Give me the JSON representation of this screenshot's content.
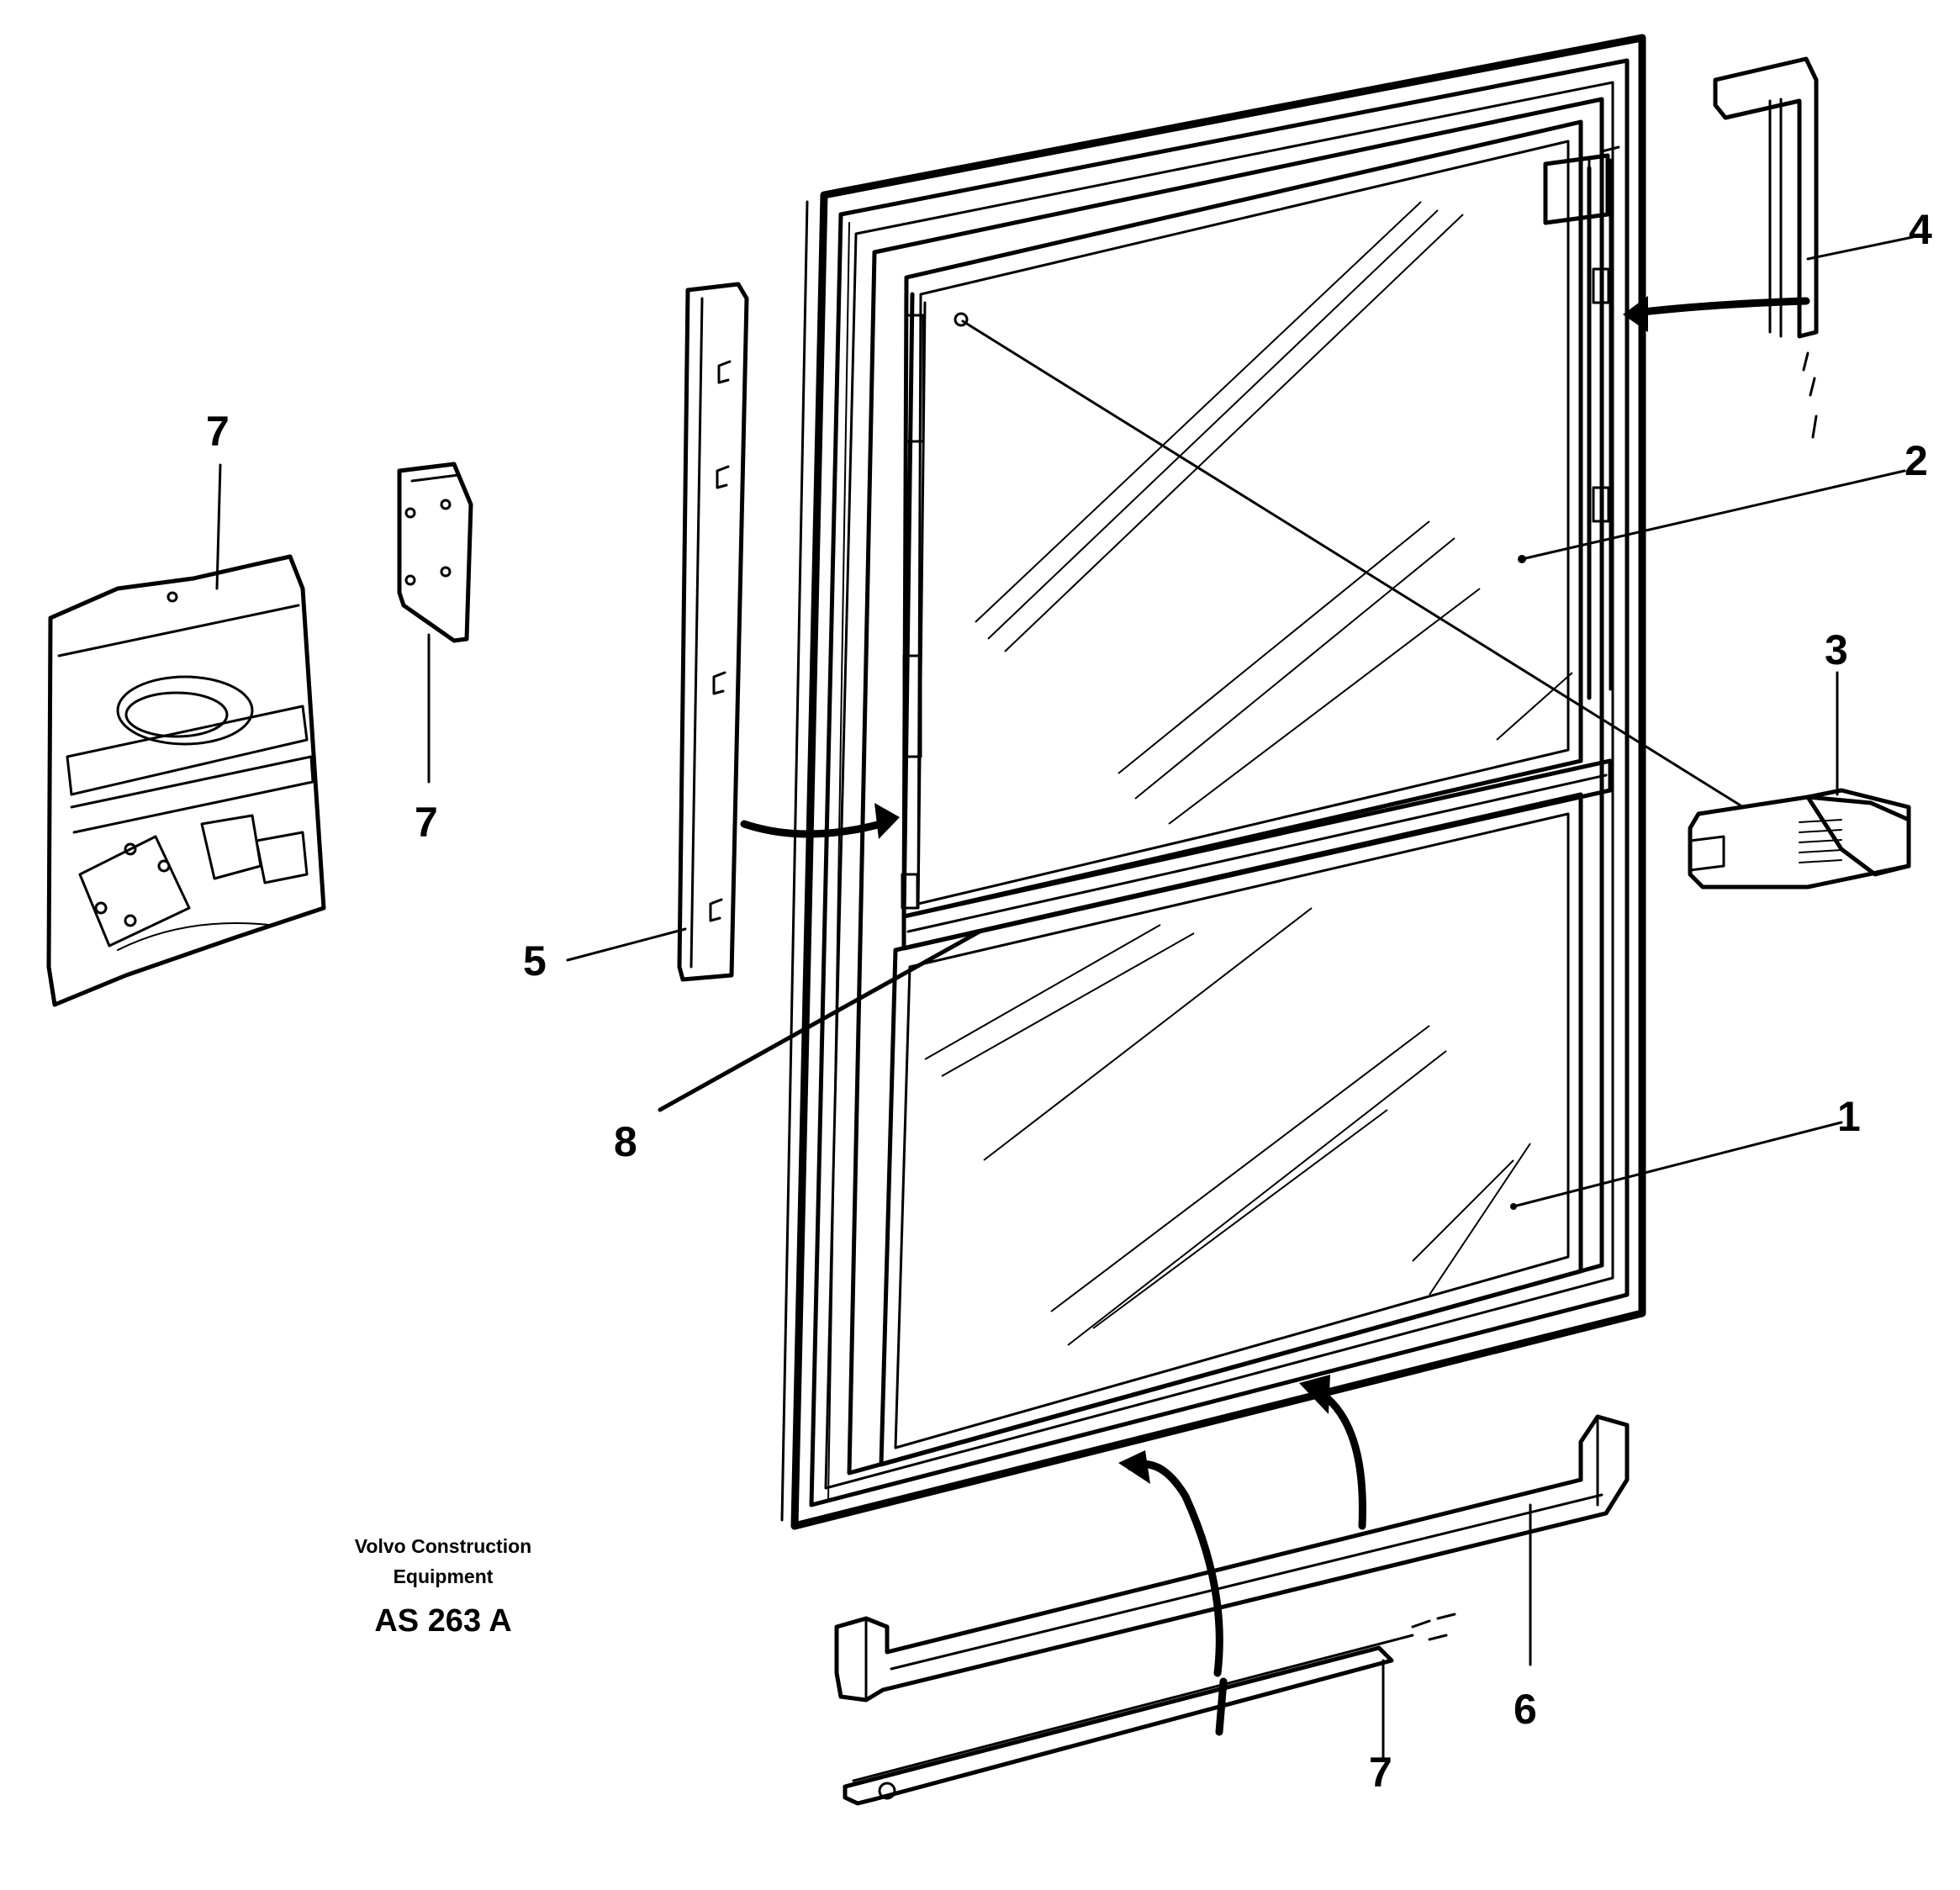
{
  "callouts": {
    "c1": "1",
    "c2": "2",
    "c3": "3",
    "c4": "4",
    "c5": "5",
    "c6": "6",
    "c7_bag": "7",
    "c7_plate": "7",
    "c7_strip": "7",
    "c8": "8"
  },
  "credit": {
    "line1": "Volvo Construction",
    "line2": "Equipment"
  },
  "drawing_code": "AS 263 A"
}
